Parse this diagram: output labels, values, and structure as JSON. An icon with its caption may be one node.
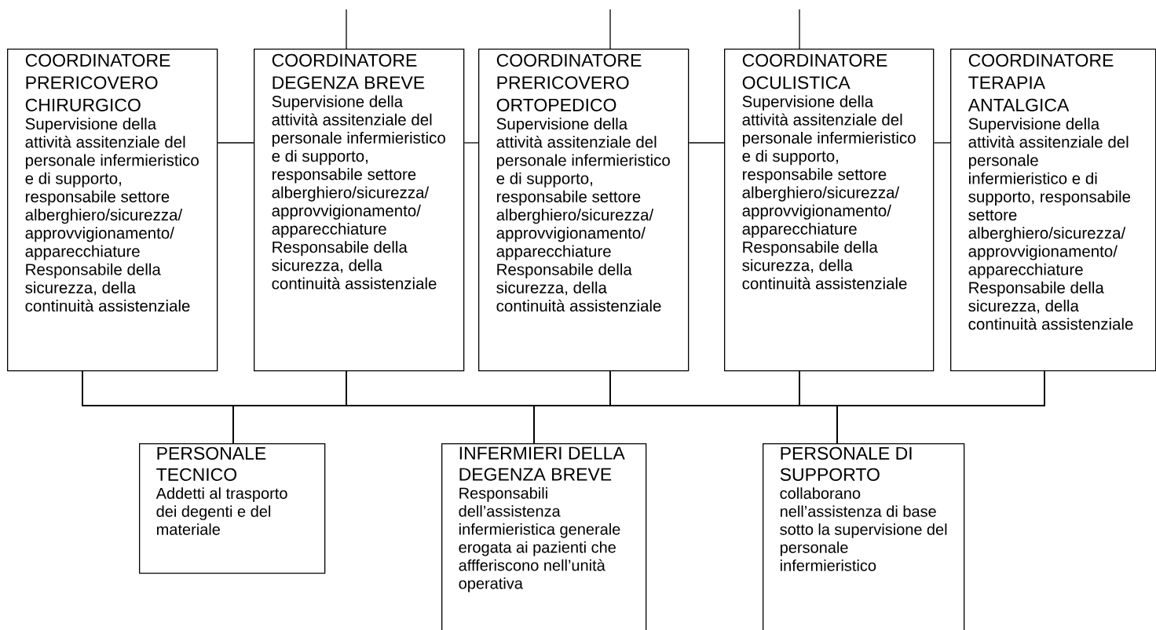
{
  "diagram": {
    "nodes": [
      {
        "text": [
          "COORDINATORE PRERICOVERO CHIRURGICO",
          "Supervisione della attività assitenziale del personale infermieristico e di supporto, responsabile settore alberghiero/sicurezza/ approvvigionamento/ apparecchiature",
          "Responsabile della sicurezza, della continuità assistenziale"
        ]
      },
      {
        "text": [
          "COORDINATORE DEGENZA BREVE",
          "Supervisione della attività assitenziale del personale infermieristico e di supporto, responsabile settore alberghiero/sicurezza/ approvvigionamento/ apparecchiature",
          "Responsabile della sicurezza, della continuità assistenziale"
        ]
      },
      {
        "text": [
          "COORDINATORE PRERICOVERO ORTOPEDICO",
          "Supervisione della attività assitenziale del personale infermieristico e di supporto, responsabile settore alberghiero/sicurezza/ approvvigionamento/ apparecchiature",
          "Responsabile della sicurezza, della continuità assistenziale"
        ]
      },
      {
        "text": [
          "COORDINATORE OCULISTICA",
          "Supervisione della attività assitenziale del personale infermieristico e di supporto, responsabile settore alberghiero/sicurezza/ approvvigionamento/ apparecchiature",
          "Responsabile della sicurezza, della continuità assistenziale"
        ]
      },
      {
        "text": [
          "COORDINATORE TERAPIA ANTALGICA",
          "Supervisione della attività assitenziale del personale infermieristico e di supporto, responsabile settore alberghiero/sicurezza/ approvvigionamento/ apparecchiature",
          "Responsabile della sicurezza, della continuità assistenziale"
        ]
      },
      {
        "text": [
          "PERSONALE TECNICO",
          "Addetti al trasporto dei degenti e del materiale"
        ]
      },
      {
        "text": [
          "INFERMIERI DELLA DEGENZA BREVE",
          "Responsabili dell’assistenza infermieristica generale erogata ai pazienti che affferiscono nell’unità operativa"
        ]
      },
      {
        "text": [
          "PERSONALE DI SUPPORTO",
          "collaborano nell’assistenza di base sotto la supervisione del personale infermieristico"
        ]
      }
    ],
    "edges": [
      {
        "from": 0,
        "to": 1,
        "arrow": "none"
      },
      {
        "from": 1,
        "to": 2,
        "arrow": "none"
      },
      {
        "from": 2,
        "to": 3,
        "arrow": "none"
      },
      {
        "from": 3,
        "to": 4,
        "arrow": "none"
      },
      {
        "from": 0,
        "to": 5,
        "arrow": "none"
      },
      {
        "from": 0,
        "to": 6,
        "arrow": "none"
      },
      {
        "from": 0,
        "to": 7,
        "arrow": "none"
      },
      {
        "from": 1,
        "to": 5,
        "arrow": "none"
      },
      {
        "from": 1,
        "to": 6,
        "arrow": "none"
      },
      {
        "from": 1,
        "to": 7,
        "arrow": "none"
      },
      {
        "from": 2,
        "to": 5,
        "arrow": "none"
      },
      {
        "from": 2,
        "to": 6,
        "arrow": "none"
      },
      {
        "from": 2,
        "to": 7,
        "arrow": "none"
      },
      {
        "from": 3,
        "to": 5,
        "arrow": "none"
      },
      {
        "from": 3,
        "to": 6,
        "arrow": "none"
      },
      {
        "from": 3,
        "to": 7,
        "arrow": "none"
      },
      {
        "from": 4,
        "to": 5,
        "arrow": "none"
      },
      {
        "from": 4,
        "to": 6,
        "arrow": "none"
      },
      {
        "from": 4,
        "to": 7,
        "arrow": "none"
      },
      {
        "from": 1,
        "to": null,
        "arrow": "none"
      },
      {
        "from": 2,
        "to": null,
        "arrow": "none"
      },
      {
        "from": 3,
        "to": null,
        "arrow": "none"
      }
    ]
  }
}
